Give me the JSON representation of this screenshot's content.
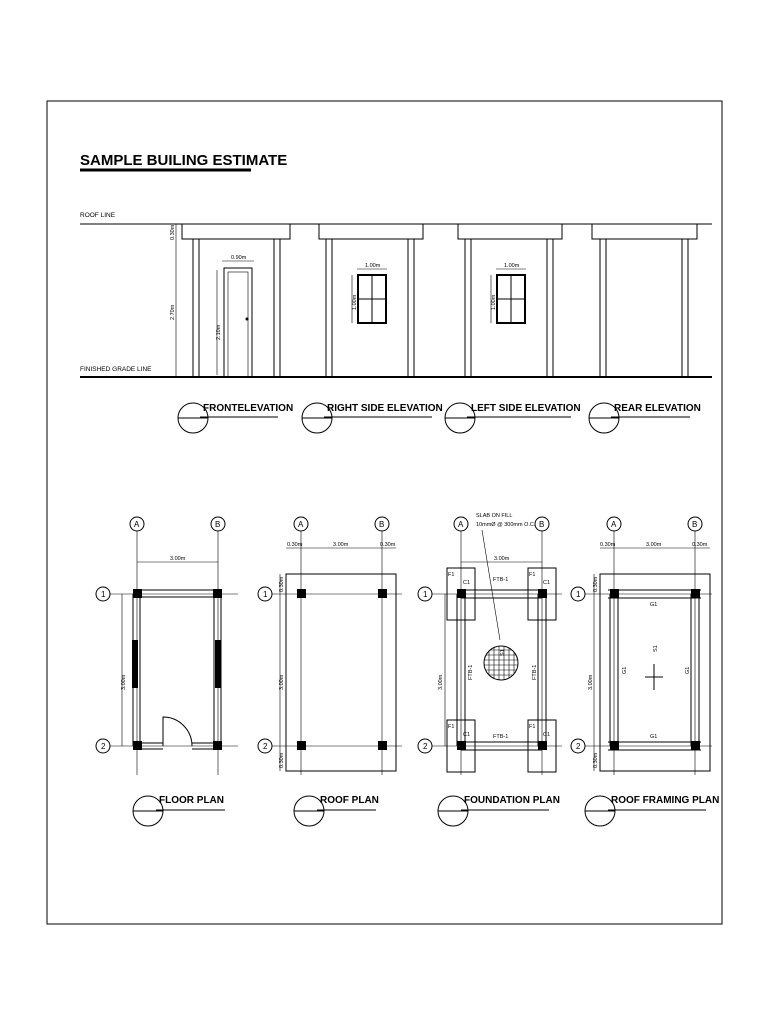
{
  "sheet": {
    "title": "SAMPLE BUILING ESTIMATE",
    "roof_line_label": "ROOF LINE",
    "grade_line_label": "FINISHED GRADE LINE"
  },
  "elevations": {
    "front": {
      "label": "FRONTELEVATION",
      "eave_dim": "0.30m",
      "wall_height_dim": "2.70m",
      "door_width_dim": "0.90m",
      "door_height_dim": "2.10m"
    },
    "right": {
      "label": "RIGHT SIDE ELEVATION",
      "win_w_dim": "1.00m",
      "win_h_dim": "1.00m"
    },
    "left": {
      "label": "LEFT SIDE ELEVATION",
      "win_w_dim": "1.00m",
      "win_h_dim": "1.00m"
    },
    "rear": {
      "label": "REAR ELEVATION"
    }
  },
  "grid": {
    "col_a": "A",
    "col_b": "B",
    "row_1": "1",
    "row_2": "2"
  },
  "plans": {
    "floor": {
      "label": "FLOOR PLAN",
      "width_dim": "3.00m",
      "depth_dim": "3.00m"
    },
    "roof": {
      "label": "ROOF PLAN",
      "overhang_left": "0.30m",
      "width_dim": "3.00m",
      "overhang_right": "0.30m",
      "depth_dim": "3.00m",
      "overhang_top": "0.30m",
      "overhang_bottom": "0.30m"
    },
    "foundation": {
      "label": "FOUNDATION PLAN",
      "note_line1": "SLAB ON FILL",
      "note_line2": "10mmØ @ 300mm O.C.",
      "width_dim": "3.00m",
      "depth_dim": "3.00m",
      "footing": "F1",
      "column": "C1",
      "tie_beam": "FTB-1",
      "slab_tag": "S1"
    },
    "roof_framing": {
      "label": "ROOF FRAMING PLAN",
      "overhang_left": "0.30m",
      "width_dim": "3.00m",
      "overhang_right": "0.30m",
      "depth_dim": "3.00m",
      "overhang_top": "0.30m",
      "overhang_bottom": "0.30m",
      "girder": "G1",
      "slab_tag": "S1"
    }
  }
}
